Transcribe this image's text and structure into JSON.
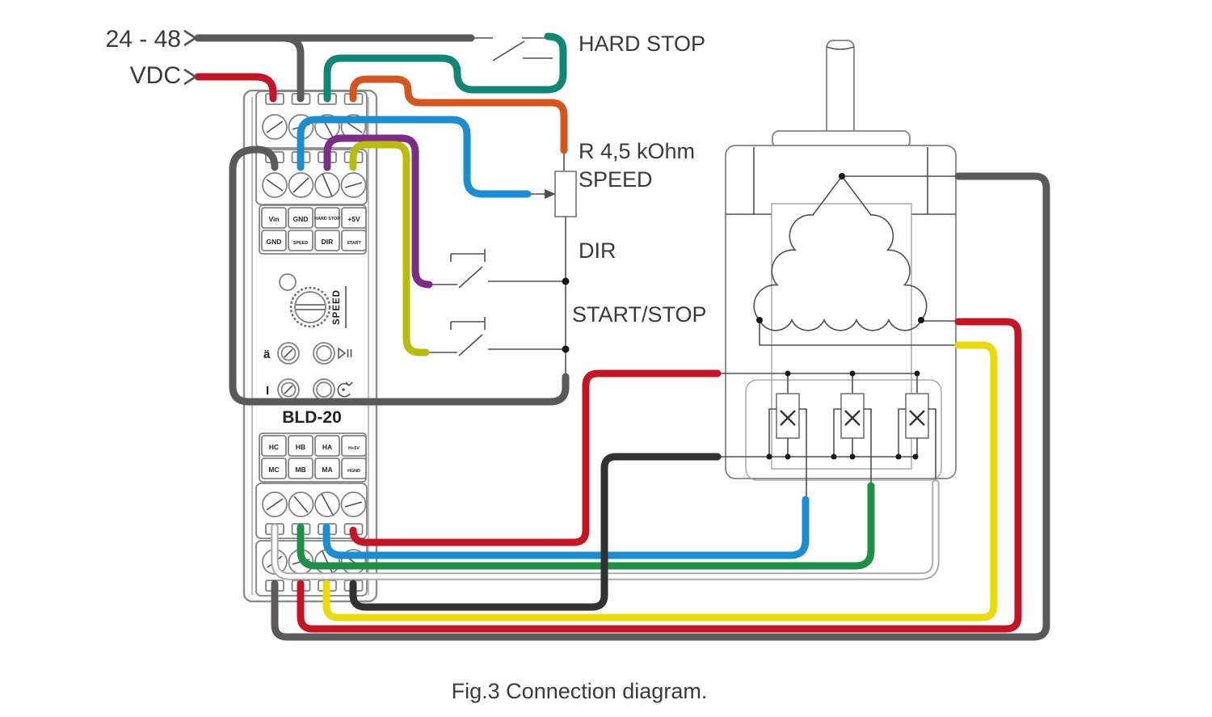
{
  "labels": {
    "supply1": "24 - 48",
    "supply2": "VDC",
    "hard_stop": "HARD STOP",
    "resistor": "R 4,5 kOhm",
    "resistor_name": "SPEED",
    "dir": "DIR",
    "start_stop": "START/STOP",
    "caption": "Fig.3 Connection diagram."
  },
  "module": {
    "title": "BLD-20",
    "speed_vertical": "SPEED",
    "accel": "ä",
    "current": "I",
    "row1": [
      "Vin",
      "GND",
      "HARD STOP",
      "+5V"
    ],
    "row2": [
      "GND",
      "SPEED",
      "DIR",
      "START"
    ],
    "row3": [
      "HC",
      "HB",
      "HA",
      "H+5V"
    ],
    "row4": [
      "MC",
      "MB",
      "MA",
      "HGND"
    ]
  },
  "colors": {
    "wire_dark_gray": "#595a5c",
    "wire_black": "#313233",
    "wire_red": "#c41425",
    "wire_teal": "#108775",
    "wire_orange": "#d4561e",
    "wire_blue": "#1b8ed2",
    "wire_purple": "#7c2d86",
    "wire_yellow_green": "#b8bd0b",
    "wire_yellow": "#ecd90a",
    "wire_green": "#1d9146",
    "wire_white": "#ffffff",
    "wire_white_outline": "#a9abad"
  }
}
